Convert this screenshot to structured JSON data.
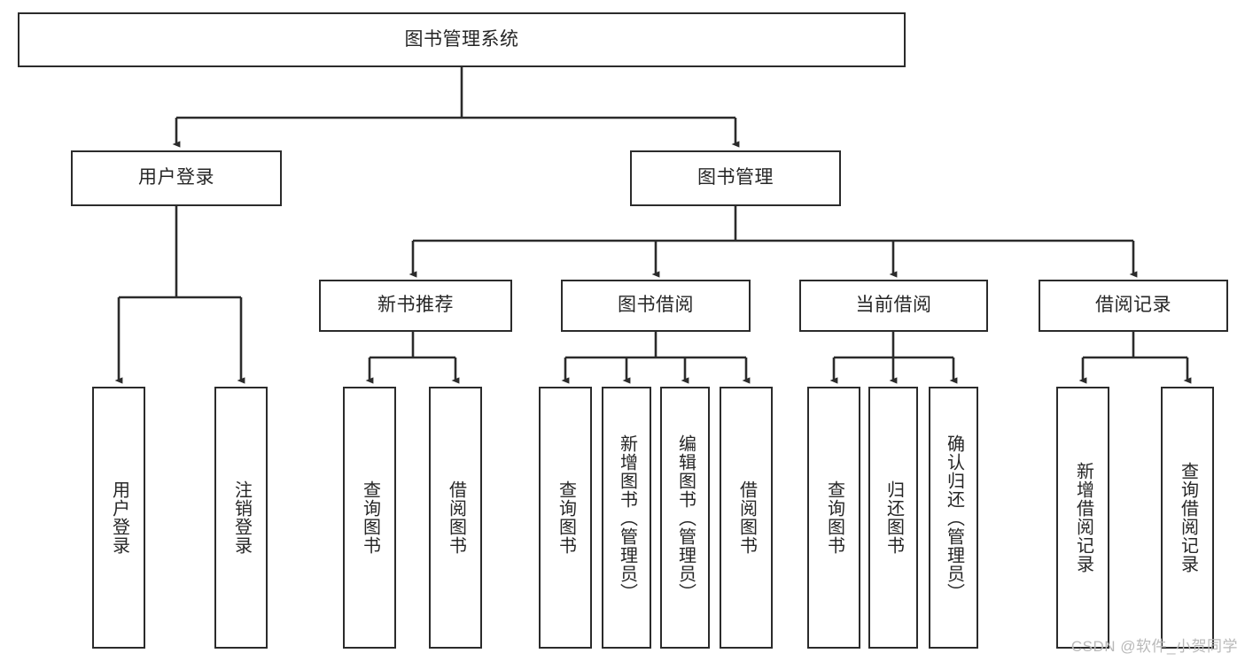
{
  "diagram": {
    "type": "tree",
    "title": "图书管理系统",
    "root": {
      "label": "图书管理系统"
    },
    "level1": [
      {
        "label": "用户登录"
      },
      {
        "label": "图书管理"
      }
    ],
    "level2": [
      {
        "label": "新书推荐"
      },
      {
        "label": "图书借阅"
      },
      {
        "label": "当前借阅"
      },
      {
        "label": "借阅记录"
      }
    ],
    "leaves": {
      "user_login": [
        {
          "label": "用户登录"
        },
        {
          "label": "注销登录"
        }
      ],
      "new_book": [
        {
          "label": "查询图书"
        },
        {
          "label": "借阅图书"
        }
      ],
      "book_borrow": [
        {
          "label": "查询图书"
        },
        {
          "label": "新增图书（管理员）"
        },
        {
          "label": "编辑图书（管理员）"
        },
        {
          "label": "借阅图书"
        }
      ],
      "current_borrow": [
        {
          "label": "查询图书"
        },
        {
          "label": "归还图书"
        },
        {
          "label": "确认归还（管理员）"
        }
      ],
      "borrow_record": [
        {
          "label": "新增借阅记录"
        },
        {
          "label": "查询借阅记录"
        }
      ]
    }
  },
  "watermark": {
    "text": "CSDN @软件_小贺同学"
  },
  "colors": {
    "stroke": "#2b2b2b",
    "text": "#262626",
    "background": "#ffffff",
    "watermark": "#b9b9b9"
  }
}
